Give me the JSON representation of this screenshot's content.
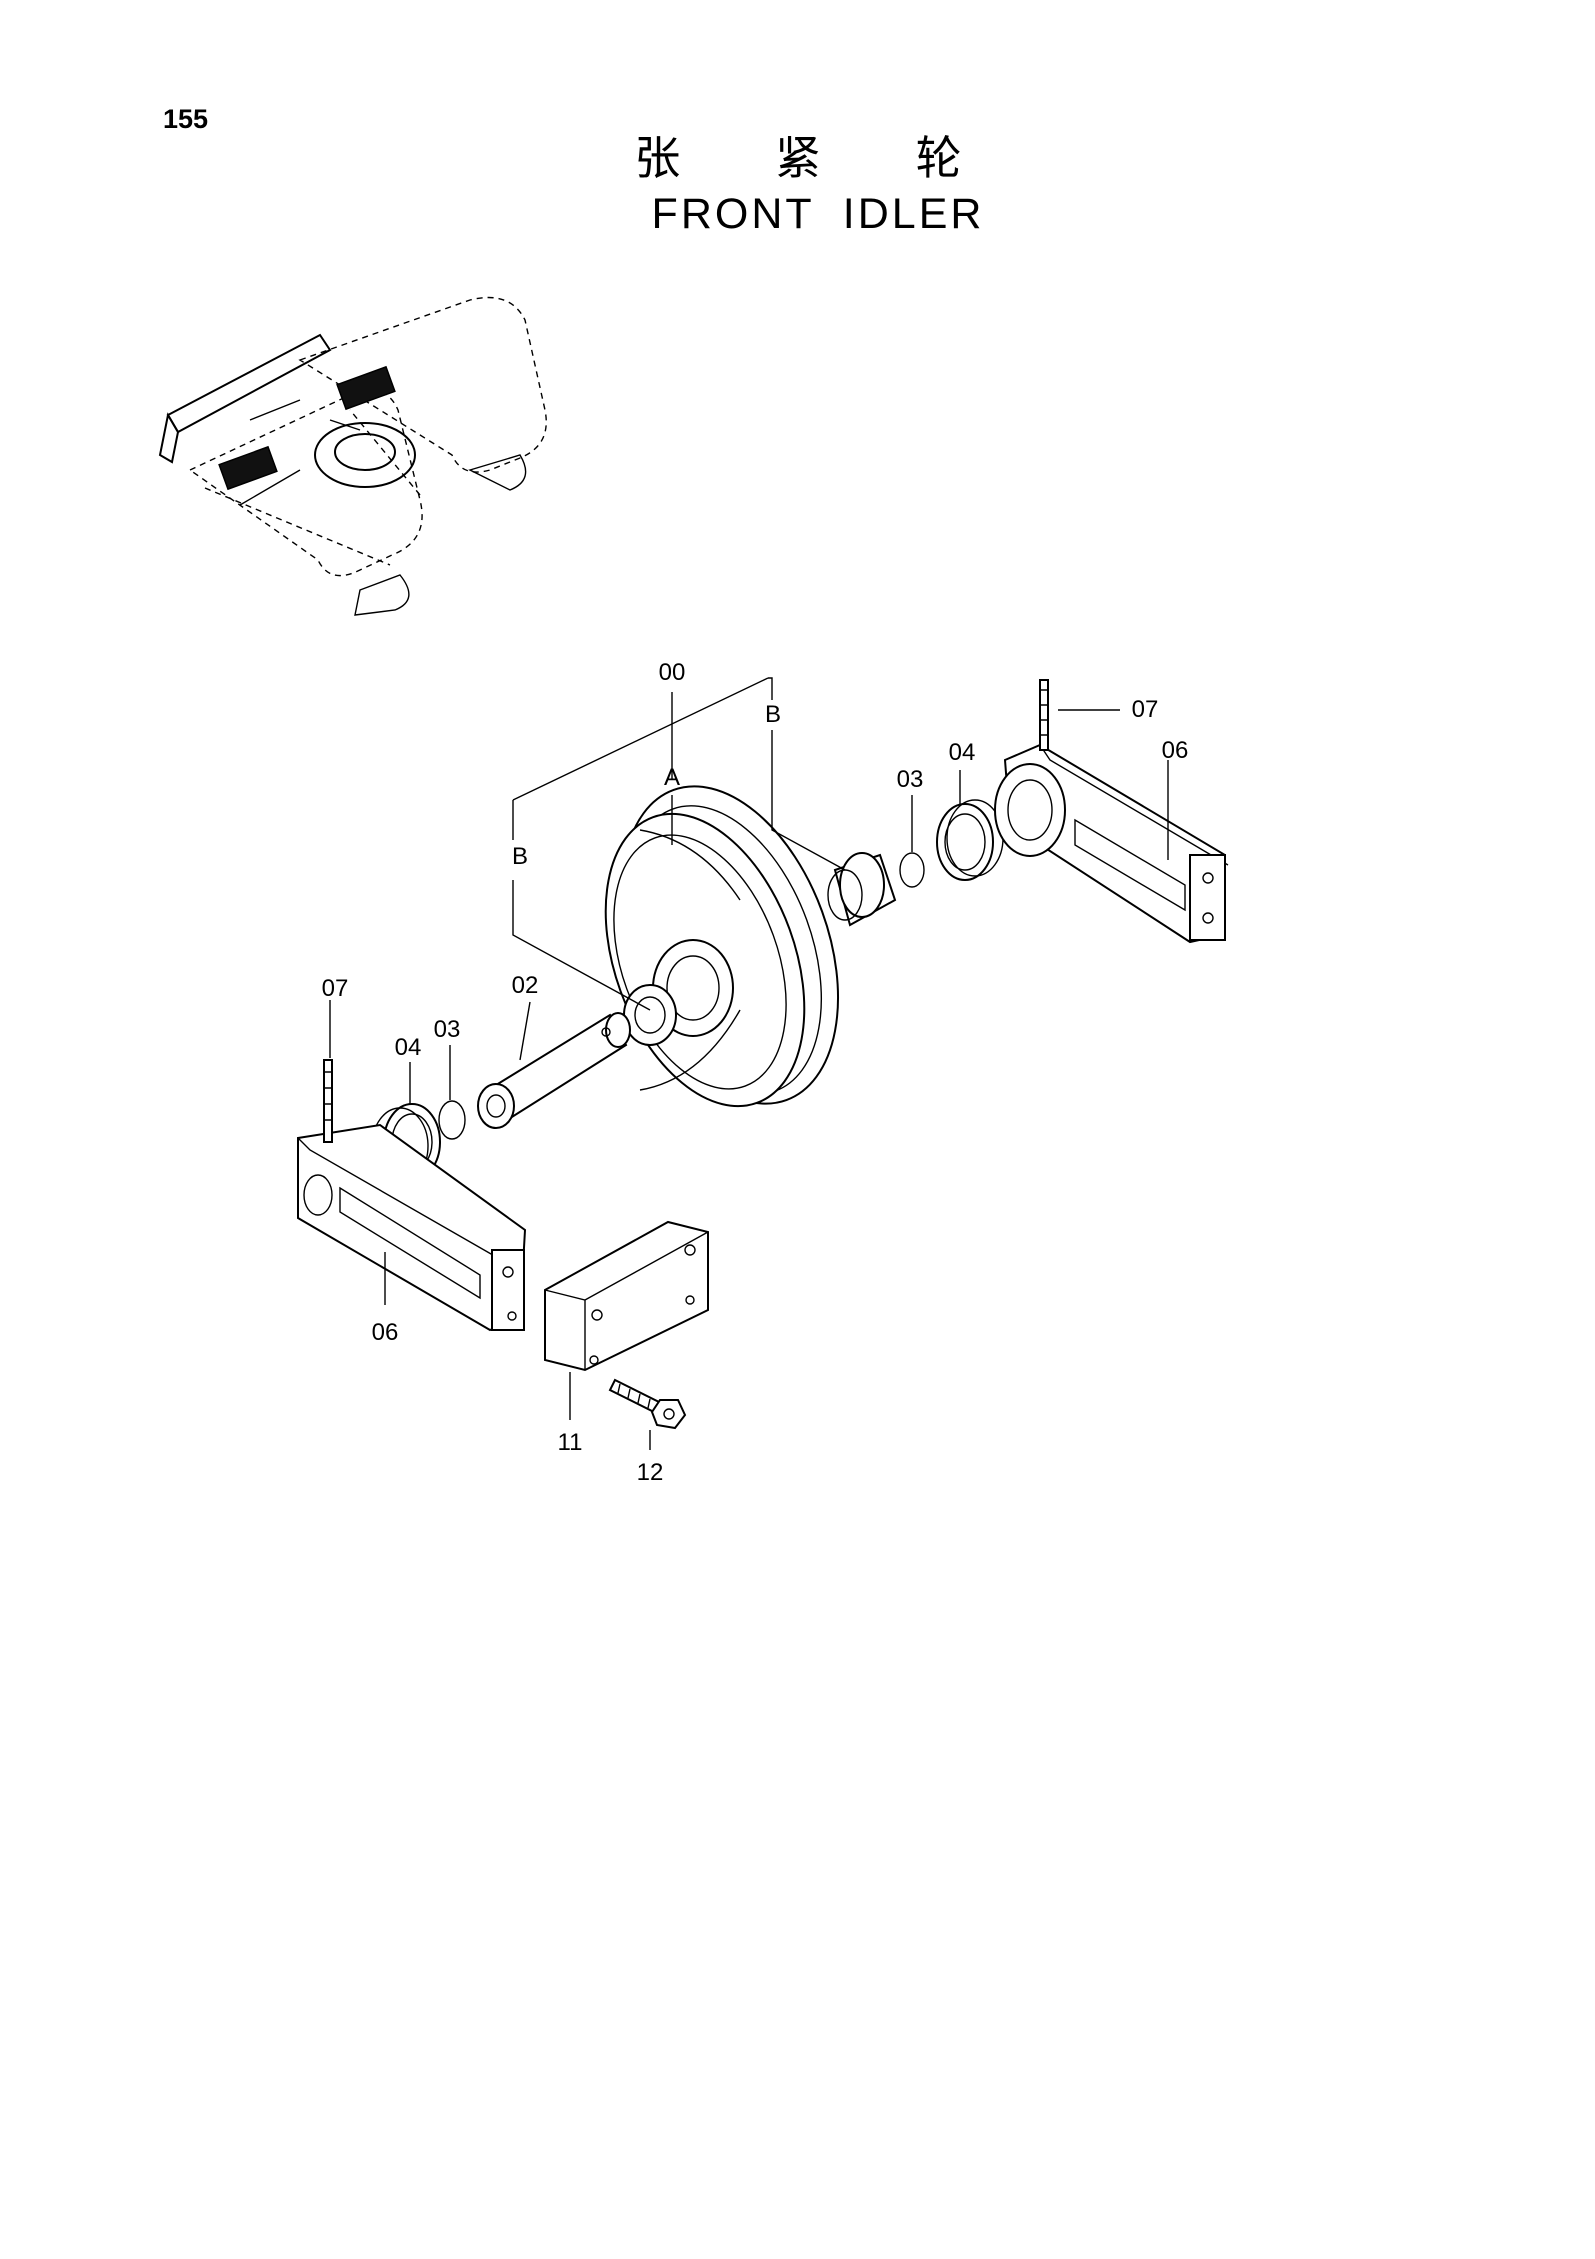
{
  "page": {
    "number": "155"
  },
  "title": {
    "chinese": "张 紧 轮",
    "english": "FRONT IDLER"
  },
  "callouts": {
    "assy_00": "00",
    "group_a": "A",
    "group_b_left": "B",
    "group_b_right": "B",
    "shaft_02": "02",
    "oring_03_left": "03",
    "oring_03_right": "03",
    "seal_04_left": "04",
    "seal_04_right": "04",
    "bearing_06_left": "06",
    "bearing_06_right": "06",
    "pin_07_left": "07",
    "pin_07_right": "07",
    "block_11": "11",
    "bolt_12": "12"
  }
}
